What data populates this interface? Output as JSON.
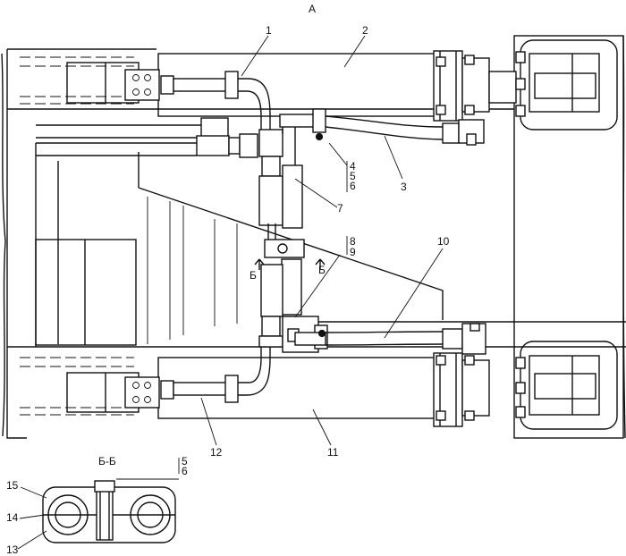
{
  "view_label": "А",
  "section_label": "Б-Б",
  "section_marks": [
    "Б",
    "Б"
  ],
  "callouts": {
    "c1": "1",
    "c2": "2",
    "c3": "3",
    "c4": "4",
    "c5": "5",
    "c6": "6",
    "c7": "7",
    "c8": "8",
    "c9": "9",
    "c10": "10",
    "c11": "11",
    "c12": "12",
    "c13": "13",
    "c14": "14",
    "c15": "15",
    "c5b": "5",
    "c6b": "6"
  }
}
